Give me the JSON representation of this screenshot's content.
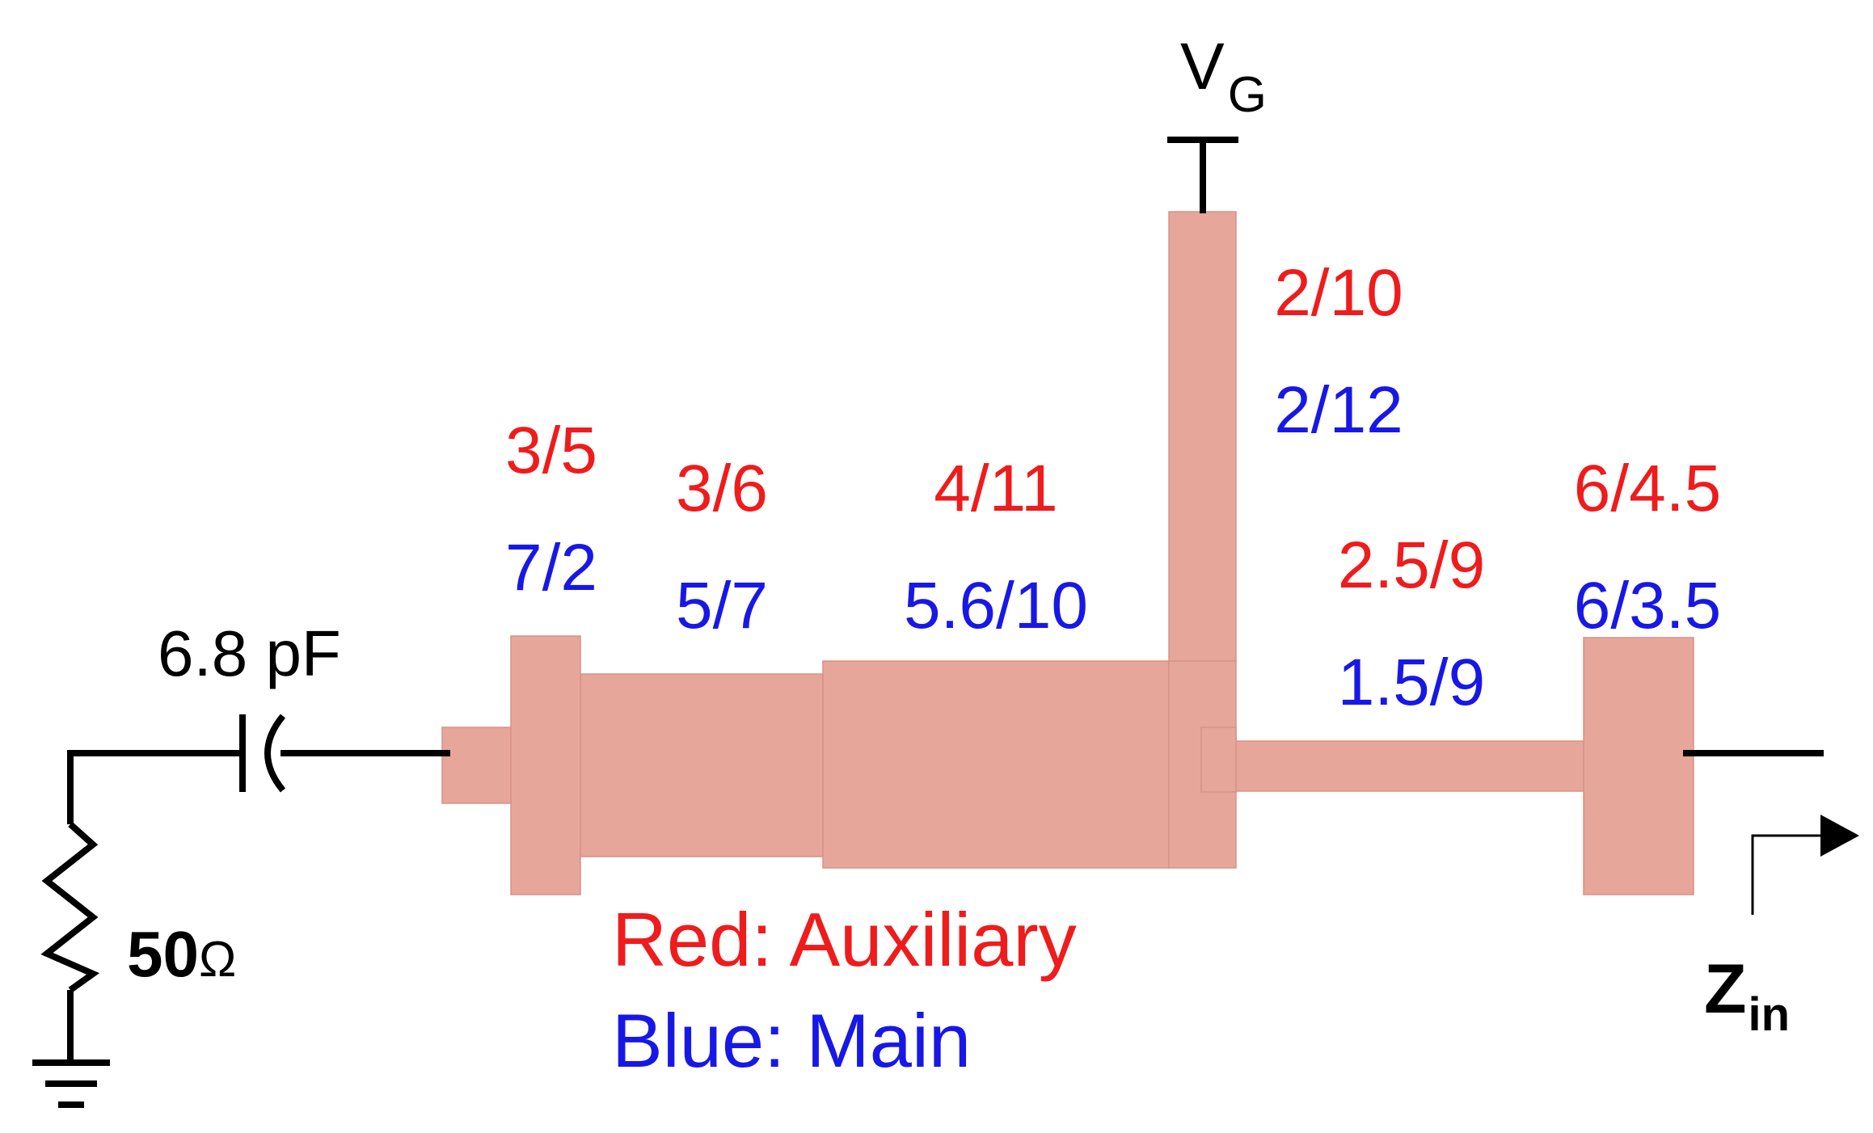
{
  "colors": {
    "auxiliary": "#ee1c1c",
    "main": "#1818e6",
    "microstrip": "#e6a699",
    "wire": "#000000"
  },
  "labels": {
    "gate_voltage": "V",
    "gate_voltage_sub": "G",
    "capacitor": "6.8 pF",
    "resistor_value": "50",
    "resistor_unit": "Ω",
    "zin": "Z",
    "zin_sub": "in"
  },
  "legend": {
    "auxiliary": "Red: Auxiliary",
    "main": "Blue: Main"
  },
  "sections": [
    {
      "name": "section-1",
      "auxiliary": "3/5",
      "main": "7/2"
    },
    {
      "name": "section-2",
      "auxiliary": "3/6",
      "main": "5/7"
    },
    {
      "name": "section-3",
      "auxiliary": "4/11",
      "main": "5.6/10"
    },
    {
      "name": "stub",
      "auxiliary": "2/10",
      "main": "2/12"
    },
    {
      "name": "section-4",
      "auxiliary": "2.5/9",
      "main": "1.5/9"
    },
    {
      "name": "section-5",
      "auxiliary": "6/4.5",
      "main": "6/3.5"
    }
  ]
}
